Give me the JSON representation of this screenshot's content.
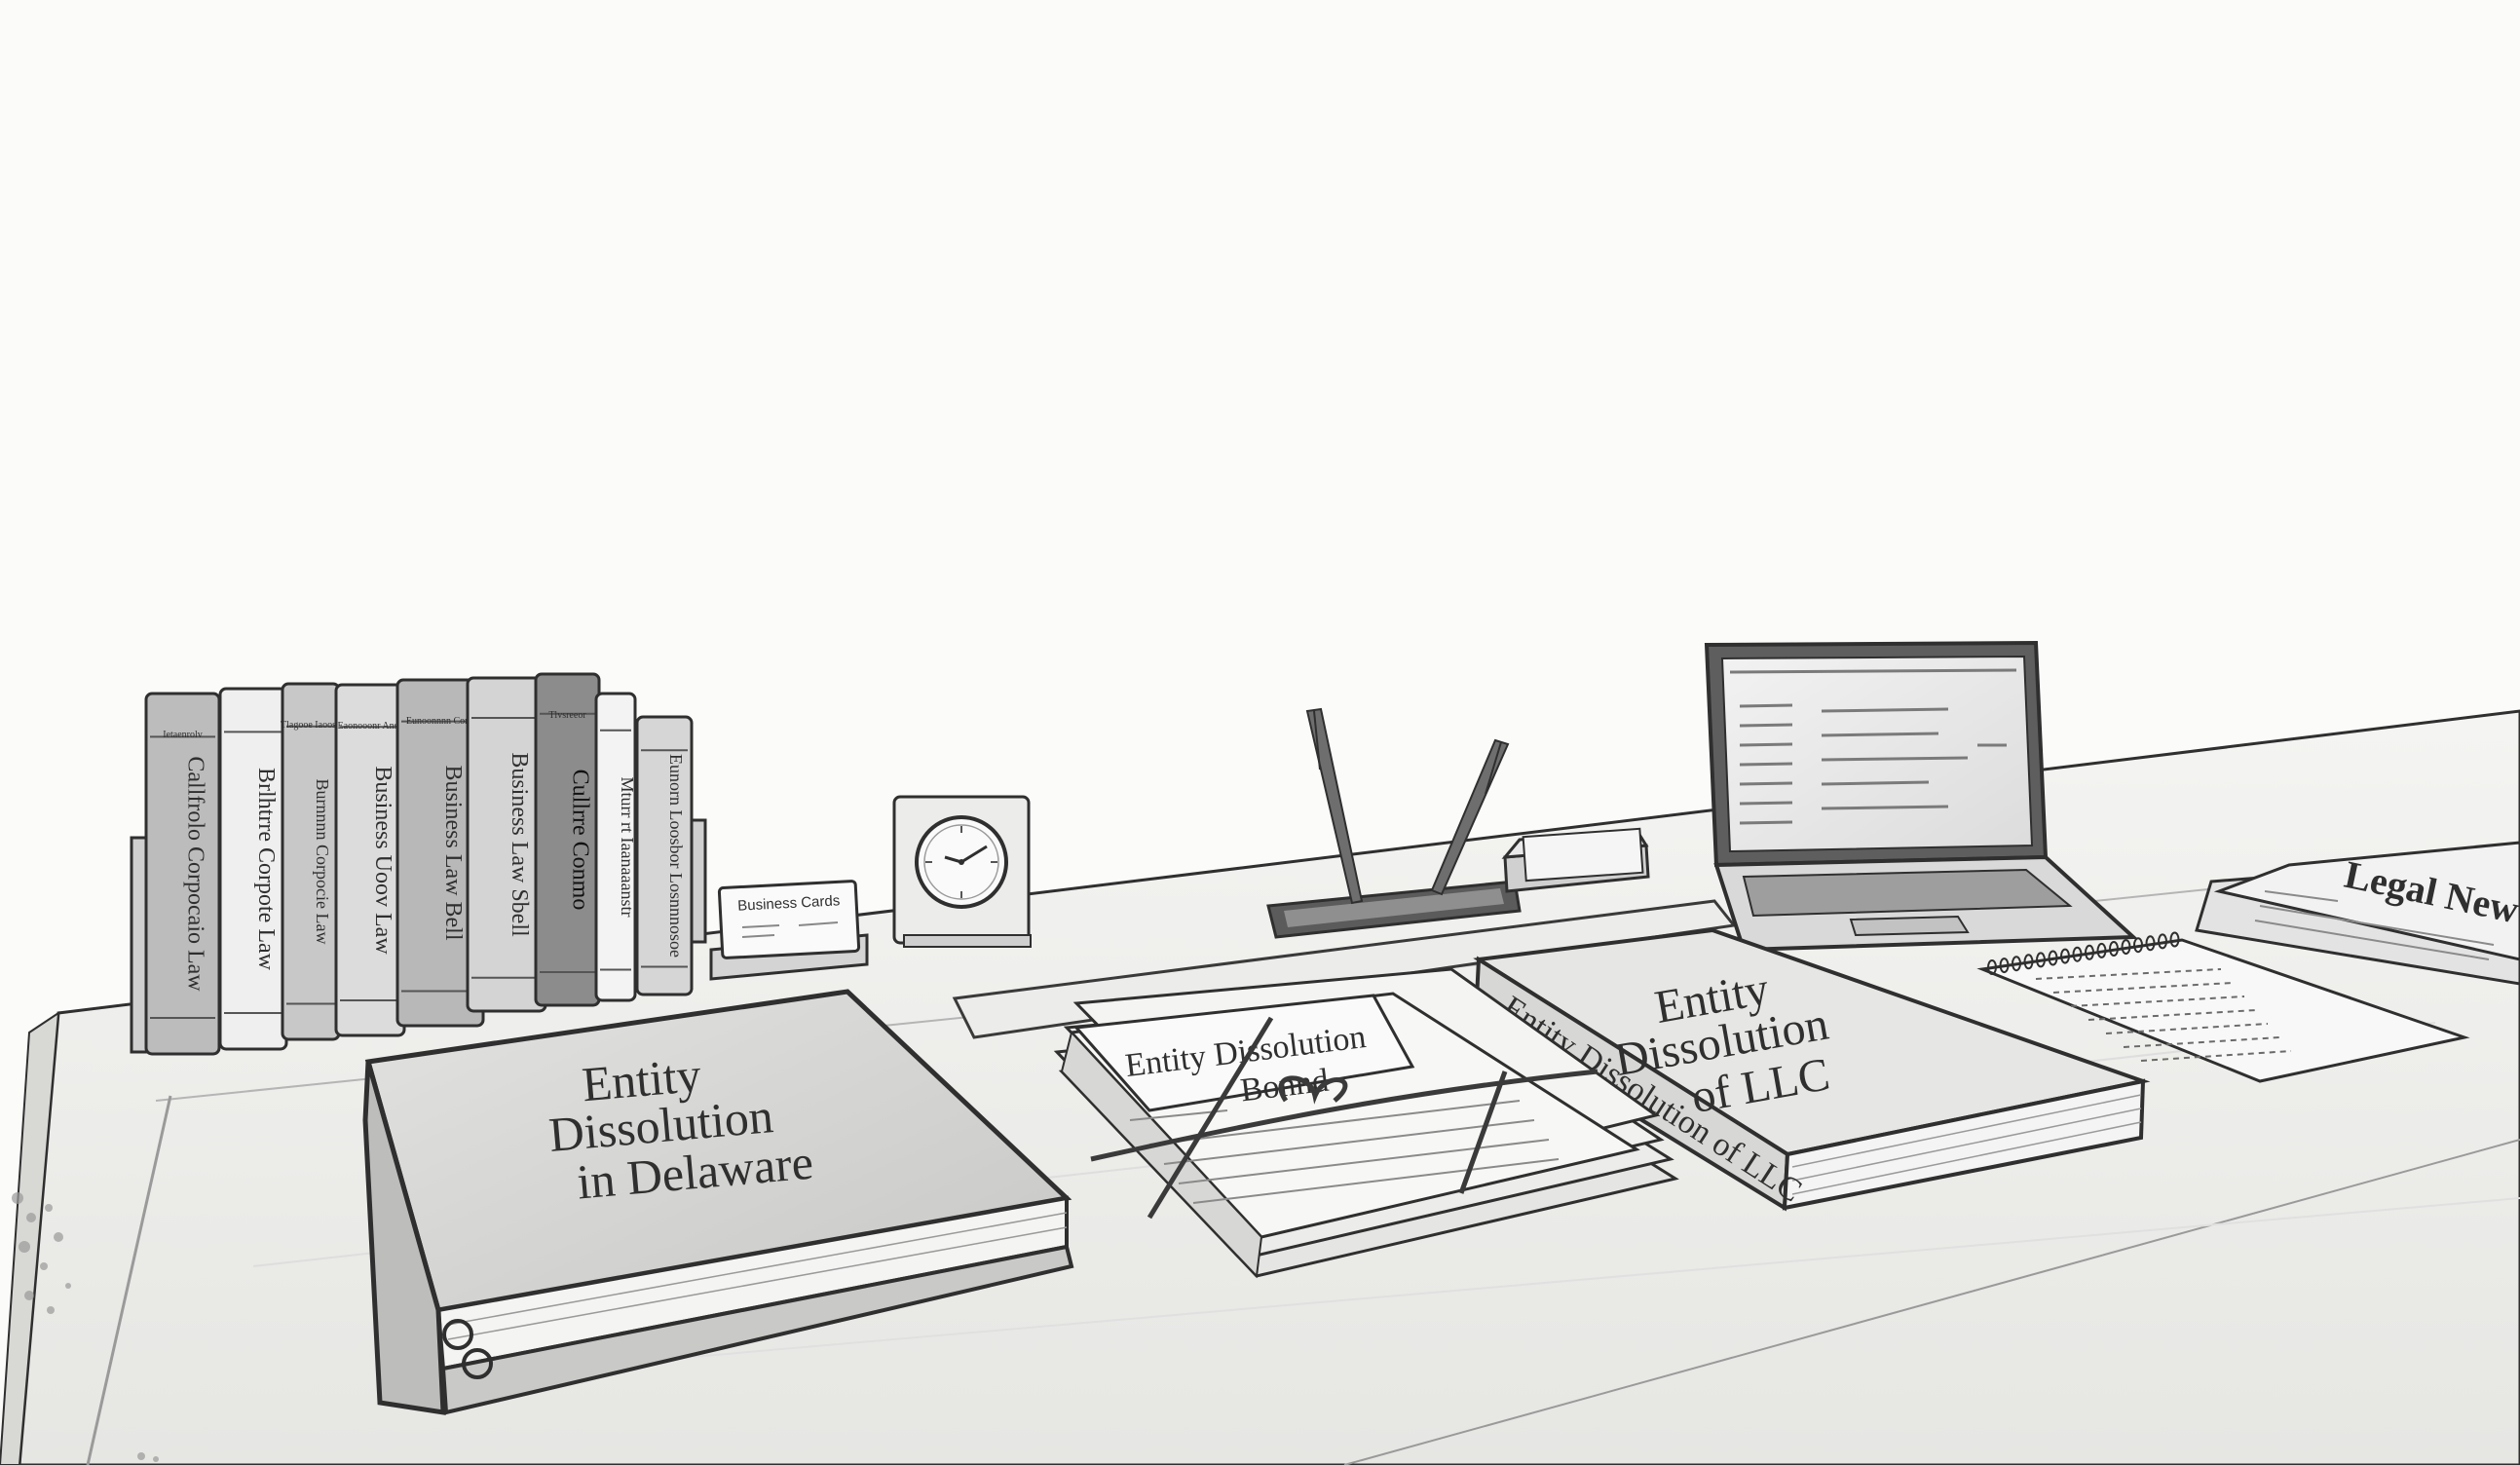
{
  "colors": {
    "paper": "#fbfbfa",
    "ink": "#2f2f2f",
    "ink_light": "#8a8a8a",
    "shade": "#cfcfcf",
    "desk": "#efefed"
  },
  "books": {
    "spines": [
      "Callfrolo Corpocaio Law",
      "Brlhtrre Corpote Law",
      "Burnnnn Corpocie Law",
      "Business Uoov Law",
      "Business Law Bell",
      "Business Law Sbell",
      "Cullrre Conmo",
      "Mturr rt Iaanaaanstr",
      "Eunorn Loosbor Losnnnosoe"
    ],
    "headers": [
      "Ietaenrolv",
      "",
      "Tlagooe Iaoosbvnre",
      "Eaonooonr Ansbest Didsubreoon",
      "Eunoonnnn Cononoeesto Levotte",
      "",
      "Tlvsreeor",
      "",
      ""
    ]
  },
  "card_holder": {
    "label": "Business Cards"
  },
  "binder": {
    "title_lines": [
      "Entity",
      "Dissolution",
      "in Delaware"
    ]
  },
  "document_stack": {
    "title_lines": [
      "Entity Dissolution",
      "Bonnd"
    ]
  },
  "llc_book": {
    "cover_lines": [
      "Entity",
      "Dissolution",
      "of LLC"
    ],
    "spine": "Entity Dissolution of LLC"
  },
  "newspaper": {
    "masthead": "Legal New"
  }
}
